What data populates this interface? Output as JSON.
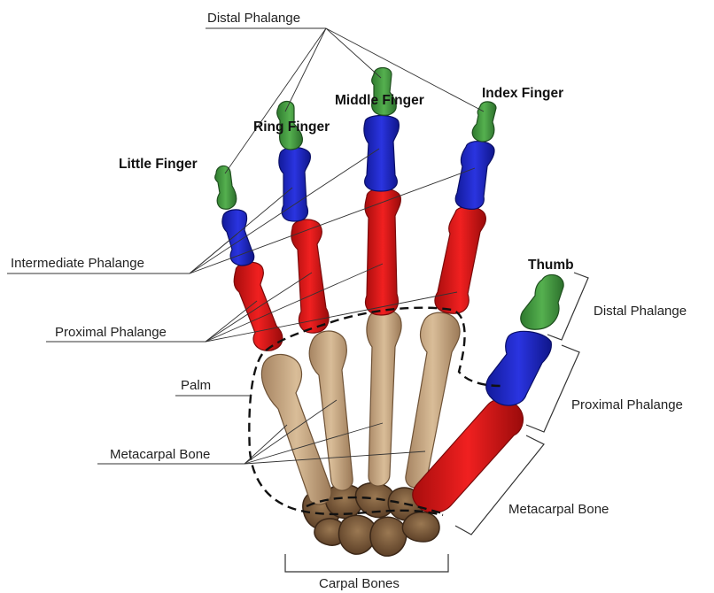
{
  "labels": {
    "distal_phalange_top": "Distal Phalange",
    "intermediate_phalange": "Intermediate Phalange",
    "proximal_phalange_left": "Proximal Phalange",
    "palm": "Palm",
    "metacarpal_bone_left": "Metacarpal Bone",
    "carpal_bones": "Carpal Bones",
    "distal_phalange_right": "Distal Phalange",
    "proximal_phalange_right": "Proximal Phalange",
    "metacarpal_bone_right": "Metacarpal Bone"
  },
  "fingers": {
    "little": "Little Finger",
    "ring": "Ring Finger",
    "middle": "Middle Finger",
    "index": "Index Finger",
    "thumb": "Thumb"
  },
  "colors": {
    "distal": "#3e9a3e",
    "intermediate": "#1a22c8",
    "proximal": "#e01515",
    "metacarpal": "#c7a783",
    "carpal": "#7a5a3c",
    "outline": "#111111"
  }
}
